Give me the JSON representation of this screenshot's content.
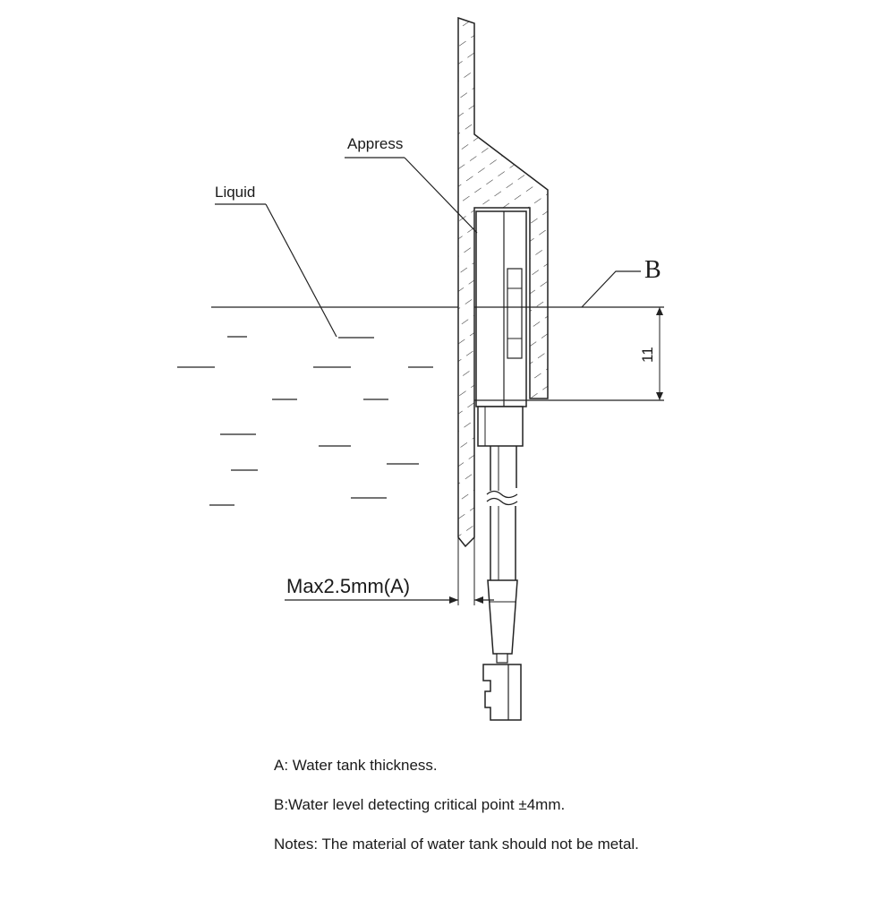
{
  "labels": {
    "appress": "Appress",
    "liquid": "Liquid",
    "b": "B",
    "dimension": "11",
    "max_thickness": "Max2.5mm(A)"
  },
  "notes": {
    "a": "A: Water tank thickness.",
    "b": "B:Water level detecting critical point ±4mm.",
    "material": "Notes:  The material of water tank should not be metal."
  }
}
